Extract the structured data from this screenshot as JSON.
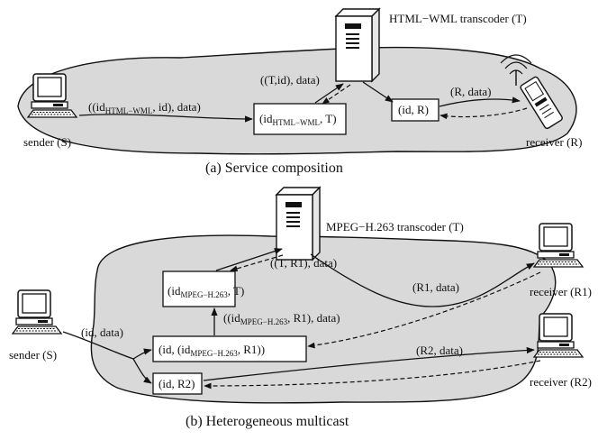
{
  "panel_a": {
    "transcoder_label": "HTML−WML transcoder (T)",
    "sender_label": "sender (S)",
    "receiver_label": "receiver (R)",
    "msg_from_sender": {
      "pre": "((id",
      "sub": "HTML−WML",
      "post": ", id), data)"
    },
    "msg_to_transcoder": "((T,id), data)",
    "msg_to_receiver": "(R, data)",
    "box_trigger_1": {
      "pre": "(id",
      "sub": "HTML−WML",
      "post": ", T)"
    },
    "box_trigger_2": "(id, R)",
    "caption": "(a) Service composition"
  },
  "panel_b": {
    "transcoder_label": "MPEG−H.263 transcoder (T)",
    "sender_label": "sender (S)",
    "receiver1_label": "receiver (R1)",
    "receiver2_label": "receiver (R2)",
    "msg_from_sender": "(id, data)",
    "msg_to_transcoder": "((T, R1), data)",
    "msg_r1": "(R1, data)",
    "msg_r2": "(R2, data)",
    "msg_mid": {
      "pre": "((id",
      "sub": "MPEG−H.263",
      "post": ", R1), data)"
    },
    "box_top": {
      "pre": "(id",
      "sub": "MPEG−H.263",
      "post": ", T)"
    },
    "box_mid": {
      "pre": "(id, (id",
      "sub": "MPEG−H.263",
      "post": ", R1))"
    },
    "box_low": "(id, R2)",
    "caption": "(b) Heterogeneous multicast"
  }
}
